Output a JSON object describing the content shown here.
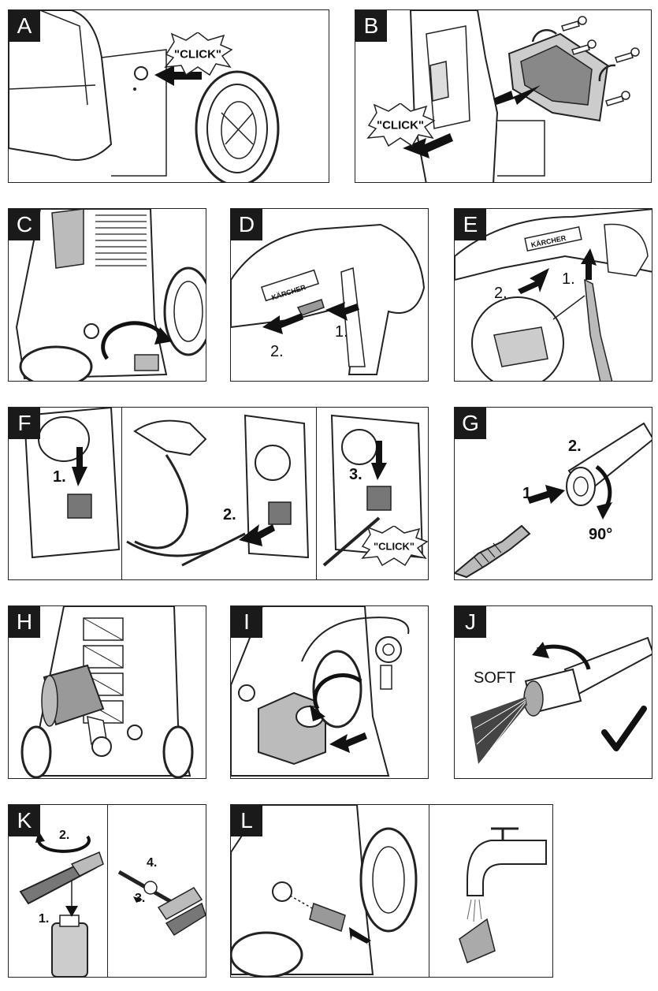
{
  "panels": {
    "A": {
      "letter": "A",
      "click": "\"CLICK\""
    },
    "B": {
      "letter": "B",
      "click": "\"CLICK\""
    },
    "C": {
      "letter": "C"
    },
    "D": {
      "letter": "D",
      "step1": "1.",
      "step2": "2."
    },
    "E": {
      "letter": "E",
      "step1": "1.",
      "step2": "2."
    },
    "F": {
      "letter": "F",
      "step1": "1.",
      "step2": "2.",
      "step3": "3.",
      "click": "\"CLICK\""
    },
    "G": {
      "letter": "G",
      "step1": "1.",
      "step2": "2.",
      "angle": "90°"
    },
    "H": {
      "letter": "H"
    },
    "I": {
      "letter": "I"
    },
    "J": {
      "letter": "J",
      "soft": "SOFT"
    },
    "K": {
      "letter": "K",
      "step1": "1.",
      "step2": "2.",
      "step3": "3.",
      "step4": "4."
    },
    "L": {
      "letter": "L"
    }
  },
  "brand": "KÄRCHER",
  "colors": {
    "ink": "#1a1a1a",
    "gray": "#9a9a9a",
    "light": "#d9d9d9"
  }
}
